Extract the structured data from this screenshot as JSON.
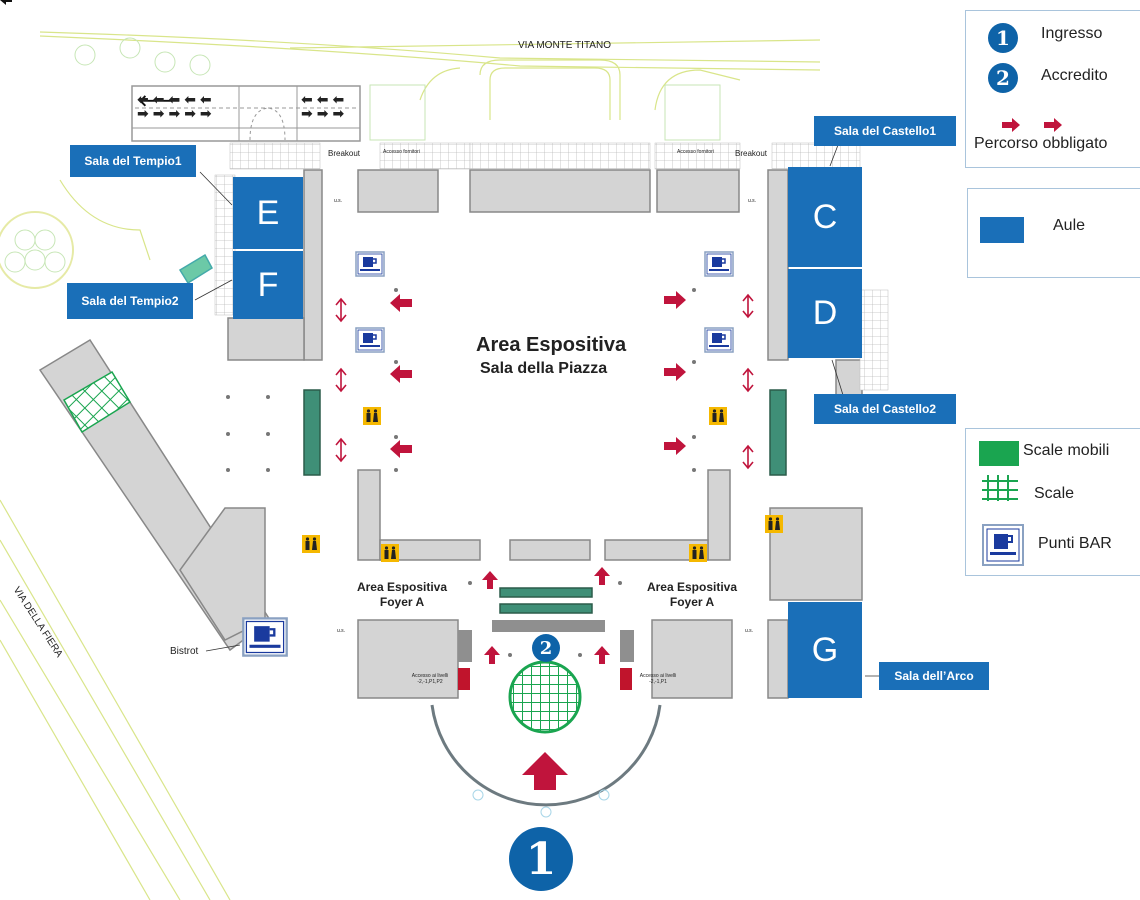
{
  "streets": {
    "north": "VIA MONTE TITANO",
    "west": "VIA DELLA FIERA"
  },
  "central_area": {
    "title": "Area Espositiva",
    "subtitle": "Sala della Piazza"
  },
  "foyers": [
    {
      "line1": "Area Espositiva",
      "line2": "Foyer A"
    },
    {
      "line1": "Area Espositiva",
      "line2": "Foyer A"
    }
  ],
  "rooms": [
    {
      "letter": "E",
      "name": "Sala del Tempio1"
    },
    {
      "letter": "F",
      "name": "Sala del Tempio2"
    },
    {
      "letter": "C",
      "name": "Sala del Castello1"
    },
    {
      "letter": "D",
      "name": "Sala del Castello2"
    },
    {
      "letter": "G",
      "name": "Sala dell’Arco"
    }
  ],
  "map_labels": {
    "breakout_left": "Breakout",
    "breakout_right": "Breakout",
    "access_left": "Accesso fornitori",
    "access_right": "Accesso fornitori",
    "us": "u.s.",
    "bistrot": "Bistrot",
    "levels_left": "Accesso ai livelli -2,-1,P1,P2",
    "levels_right": "Accesso ai livelli -2,-1,P1"
  },
  "markers": {
    "entrance_number": "1",
    "accreditation_number": "2"
  },
  "legend_top": {
    "items": [
      {
        "icon": "number-1-icon",
        "number": "1",
        "label": "Ingresso"
      },
      {
        "icon": "number-2-icon",
        "number": "2",
        "label": "Accredito"
      },
      {
        "icon": "red-arrow-icon",
        "label": "Percorso obbligato"
      }
    ]
  },
  "legend_rooms": {
    "label": "Aule",
    "color": "#1a6fb8"
  },
  "legend_bottom": {
    "items": [
      {
        "icon": "escalator-swatch-icon",
        "label": "Scale mobili",
        "color": "#1aa550"
      },
      {
        "icon": "stairs-grid-icon",
        "label": "Scale",
        "color": "#1aa550"
      },
      {
        "icon": "coffee-cup-icon",
        "label": "Punti BAR",
        "color": "#1a3a9e"
      }
    ]
  },
  "colors": {
    "room_blue": "#1a6fb8",
    "route_red": "#c0143c",
    "marker_blue": "#0e63a8",
    "stairs_green": "#1aa550",
    "escalator_teal": "#3f8f77",
    "wc_yellow": "#f5b800",
    "wall_gray": "#d4d4d4"
  }
}
